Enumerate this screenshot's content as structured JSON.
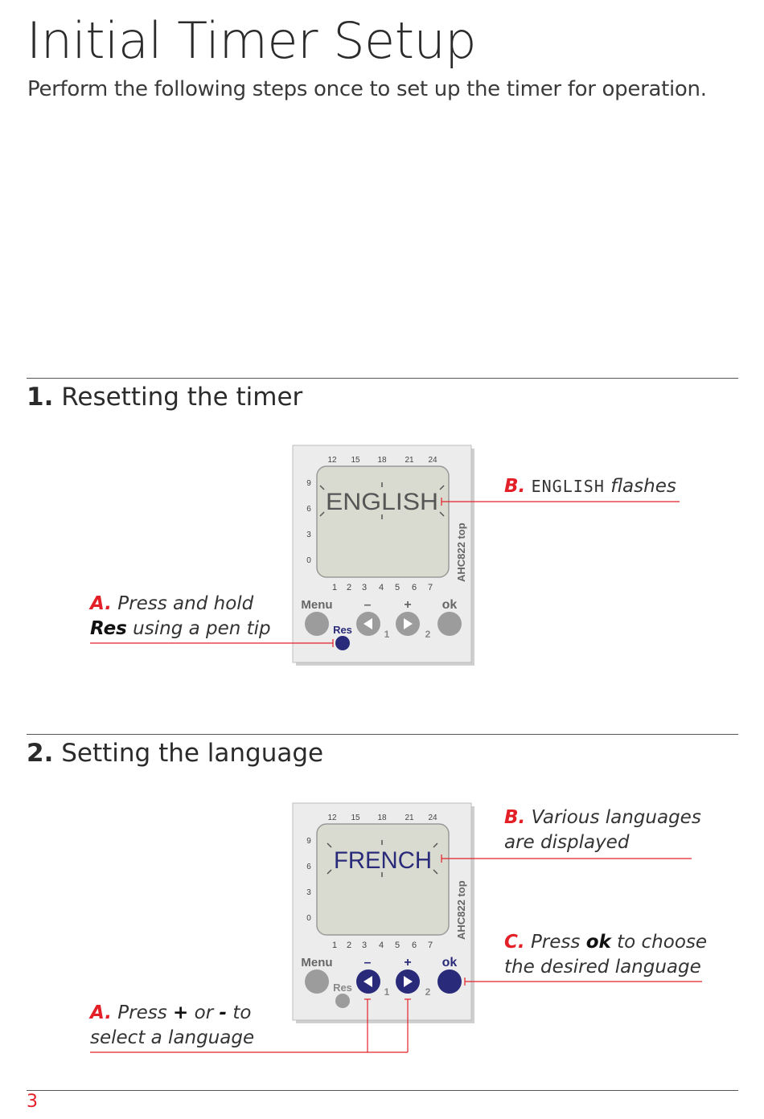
{
  "page": {
    "title": "Initial Timer Setup",
    "subtitle": "Perform the following steps once to set up the timer for operation.",
    "page_number": "3"
  },
  "device": {
    "hour_ticks": [
      "12",
      "15",
      "18",
      "21",
      "24"
    ],
    "side_ticks": [
      "9",
      "6",
      "3",
      "0"
    ],
    "day_ticks": [
      "1",
      "2",
      "3",
      "4",
      "5",
      "6",
      "7"
    ],
    "model": "AHC822 top",
    "buttons": {
      "menu": "Menu",
      "minus": "–",
      "plus": "+",
      "ok": "ok",
      "res": "Res",
      "sub1": "1",
      "sub2": "2"
    },
    "accent_button": "#2a2a7a",
    "body_color": "#ececec",
    "lcd_color": "#d9dbd0"
  },
  "sections": [
    {
      "number": "1.",
      "title": "Resetting the timer",
      "display": "ENGLISH",
      "callout_a": {
        "letter": "A.",
        "line1": "Press and hold",
        "bold": "Res",
        "line2": "using a pen tip"
      },
      "callout_b": {
        "letter": "B.",
        "lcd": "ENGLISH",
        "text": "flashes"
      }
    },
    {
      "number": "2.",
      "title": "Setting the language",
      "display": "FRENCH",
      "callout_a": {
        "letter": "A.",
        "pre": "Press",
        "plus": "+",
        "mid": "or",
        "minus": "-",
        "post": "to",
        "line2": "select a language"
      },
      "callout_b": {
        "letter": "B.",
        "line1": "Various languages",
        "line2": "are displayed"
      },
      "callout_c": {
        "letter": "C.",
        "pre": "Press",
        "bold": "ok",
        "post": "to choose",
        "line2": "the desired language"
      }
    }
  ]
}
